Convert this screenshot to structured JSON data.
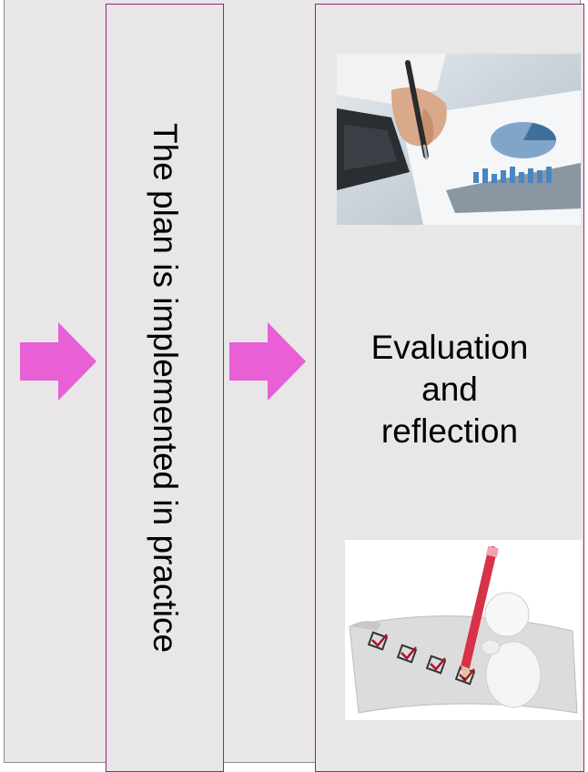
{
  "boxes": {
    "implementation": {
      "label": "The plan is implemented in practice"
    },
    "evaluation": {
      "label_lines": [
        "Evaluation",
        "and",
        "reflection"
      ]
    }
  },
  "colors": {
    "box_border": "#8e2a7c",
    "box_fill": "#e8e6e6",
    "arrow": "#e85fd6"
  },
  "icons": [
    "right-arrow-icon",
    "right-arrow-icon",
    "pen-and-document-photo",
    "checklist-pencil-figure-illustration"
  ]
}
